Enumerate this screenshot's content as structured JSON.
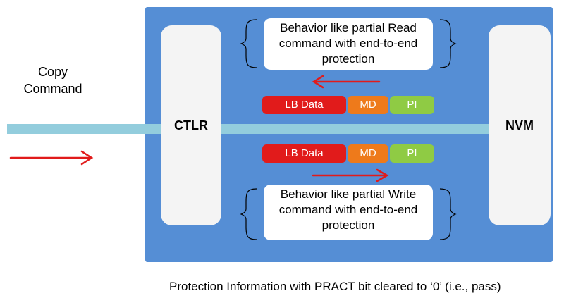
{
  "labels": {
    "copy_command": "Copy\nCommand",
    "controller": "CTLR",
    "nvm": "NVM",
    "behavior_read": "Behavior like partial Read\ncommand with end-to-end\nprotection",
    "behavior_write": "Behavior like partial Write\ncommand with end-to-end\nprotection",
    "caption": "Protection Information with PRACT bit cleared to ‘0’ (i.e., pass)"
  },
  "segments": {
    "lb_data": "LB Data",
    "md": "MD",
    "pi": "PI"
  },
  "colors": {
    "panel": "#558ed5",
    "bus": "#93cddd",
    "arrow": "#e11b1b",
    "lb_data": "#e11b1b",
    "md": "#ee7a1b",
    "pi": "#8fcb44"
  },
  "arrows": {
    "copy_command": "right",
    "read_flow": "left",
    "write_flow": "right"
  }
}
